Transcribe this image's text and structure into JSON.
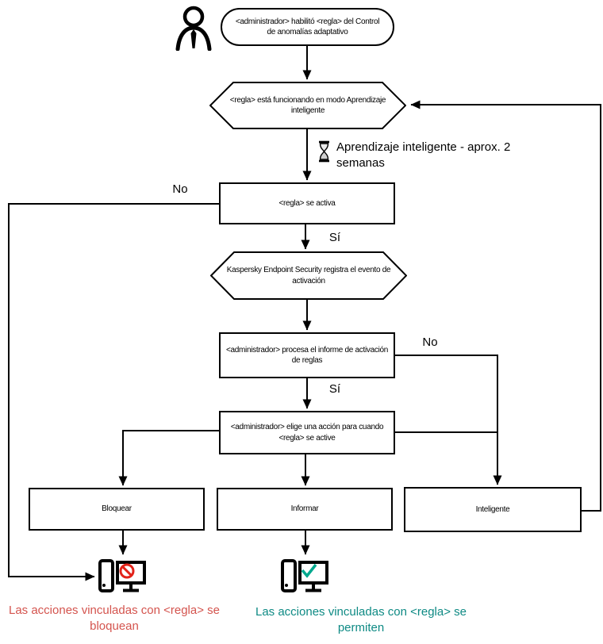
{
  "flowchart": {
    "nodes": {
      "start": "<administrador> habilitó <regla> del Control de anomalías adaptativo",
      "smart_training_mode": "<regla> está funcionando en modo Aprendizaje inteligente",
      "rule_triggers": "<regla> se activa",
      "kes_logs_event": "Kaspersky Endpoint Security registra el evento de activación",
      "admin_processes_report": "<administrador> procesa el informe de activación de reglas",
      "admin_chooses_action": "<administrador> elige una acción para cuando <regla> se active",
      "action_block": "Bloquear",
      "action_inform": "Informar",
      "action_smart": "Inteligente"
    },
    "edge_labels": {
      "rule_not_triggered": "No",
      "rule_triggered": "Sí",
      "report_not_processed": "No",
      "report_processed": "Sí"
    },
    "annotation": "Aprendizaje inteligente - aprox. 2 semanas",
    "captions": {
      "blocked": "Las acciones vinculadas con <regla> se bloquean",
      "allowed": "Las acciones vinculadas con <regla> se permiten"
    },
    "icons": {
      "actor": "person-icon",
      "wait": "hourglass-icon",
      "blocked_pc": "computer-blocked-icon",
      "allowed_pc": "computer-allowed-icon"
    },
    "colors": {
      "stroke": "#000000",
      "blocked_text": "#d4544e",
      "allowed_text": "#0e8a84",
      "prohibit_red": "#e2231a",
      "check_green": "#00a88e"
    }
  }
}
